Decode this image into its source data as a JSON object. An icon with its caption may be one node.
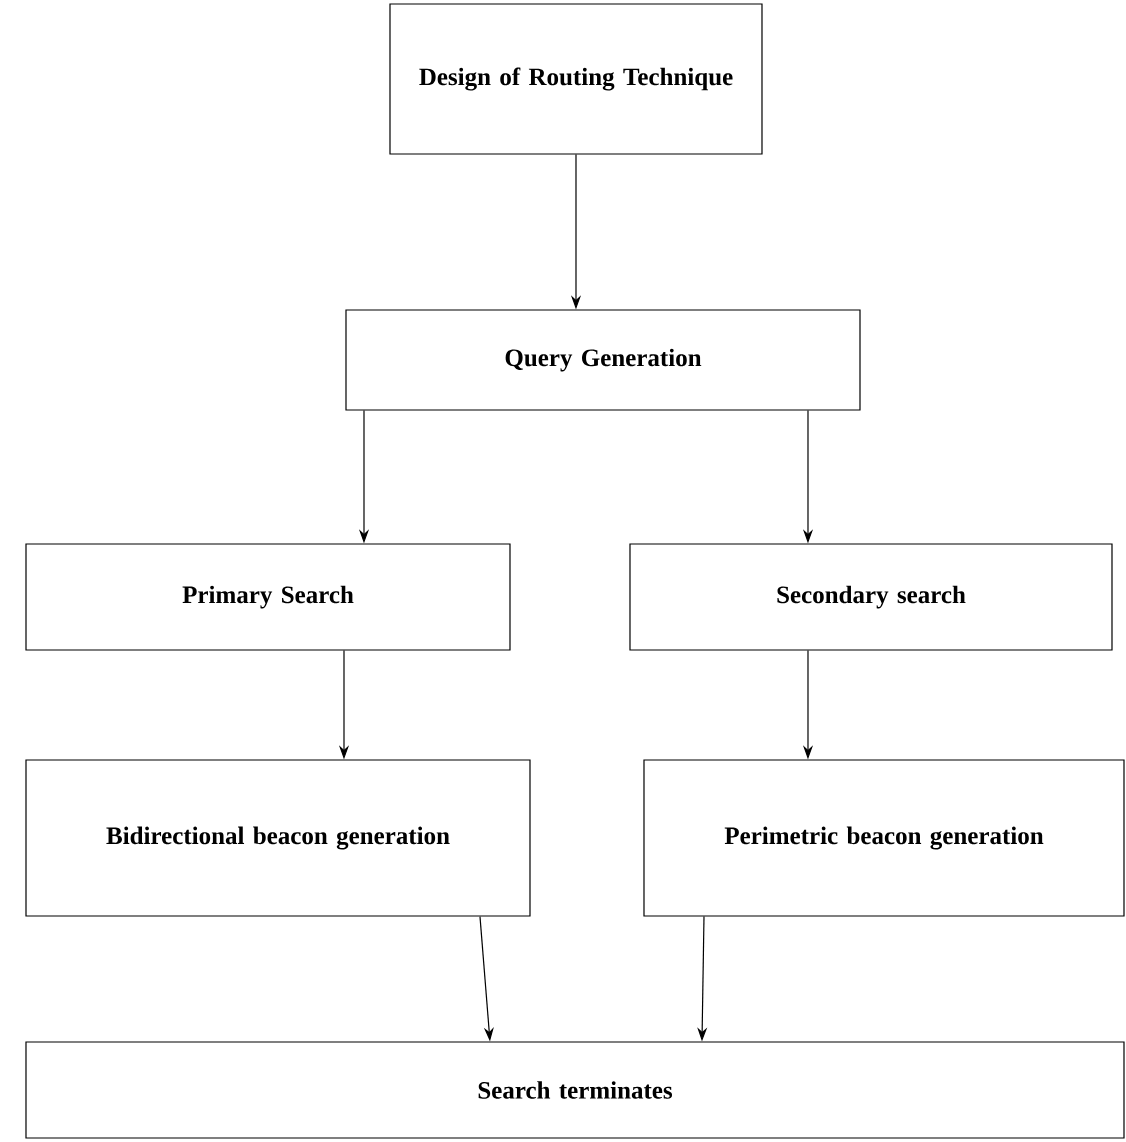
{
  "diagram": {
    "nodes": [
      {
        "text": [
          "Design of Routing Technique"
        ]
      },
      {
        "text": [
          "Query Generation"
        ]
      },
      {
        "text": [
          "Primary Search"
        ]
      },
      {
        "text": [
          "Secondary search"
        ]
      },
      {
        "text": [
          "Bidirectional beacon generation"
        ]
      },
      {
        "text": [
          "Perimetric beacon generation"
        ]
      },
      {
        "text": [
          "Search terminates"
        ]
      }
    ],
    "edges": [
      {
        "from": 0,
        "to": 1,
        "arrow": "to"
      },
      {
        "from": 1,
        "to": 2,
        "arrow": "to"
      },
      {
        "from": 1,
        "to": 3,
        "arrow": "to"
      },
      {
        "from": 2,
        "to": 4,
        "arrow": "to"
      },
      {
        "from": 3,
        "to": 5,
        "arrow": "to"
      },
      {
        "from": 4,
        "to": 6,
        "arrow": "to"
      },
      {
        "from": 5,
        "to": 6,
        "arrow": "to"
      }
    ]
  }
}
